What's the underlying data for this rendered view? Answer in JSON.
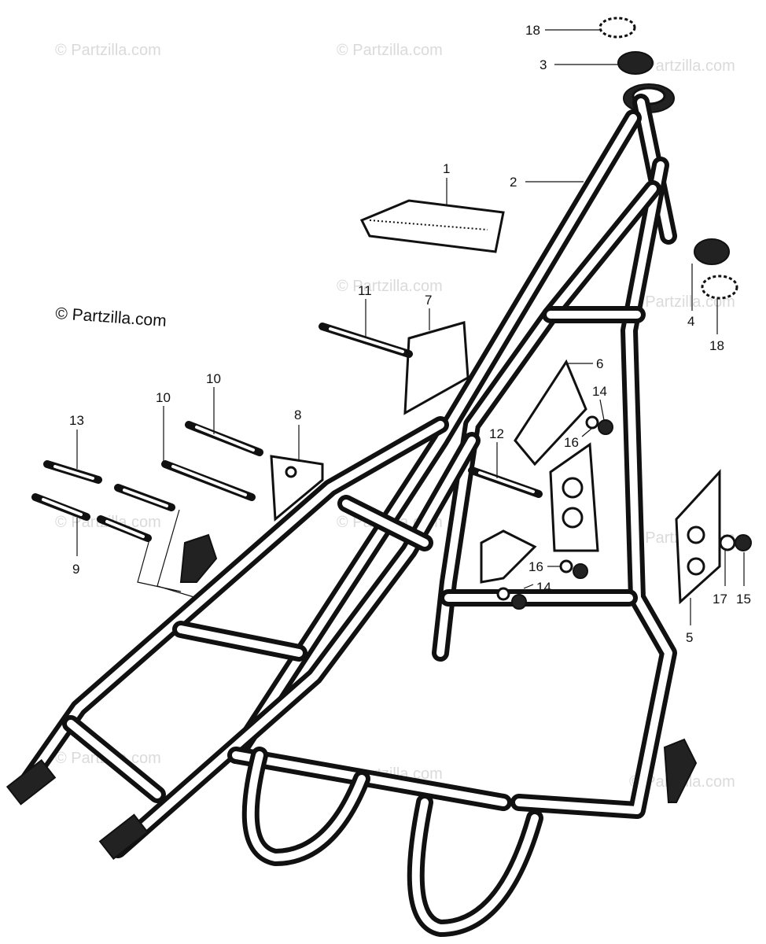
{
  "copyright": "© Partzilla.com",
  "watermark": "© Partzilla.com",
  "callouts": [
    "18",
    "3",
    "2",
    "1",
    "4",
    "18",
    "11",
    "7",
    "6",
    "14",
    "16",
    "10",
    "10",
    "8",
    "13",
    "12",
    "9",
    "16",
    "14",
    "17",
    "15",
    "5"
  ]
}
